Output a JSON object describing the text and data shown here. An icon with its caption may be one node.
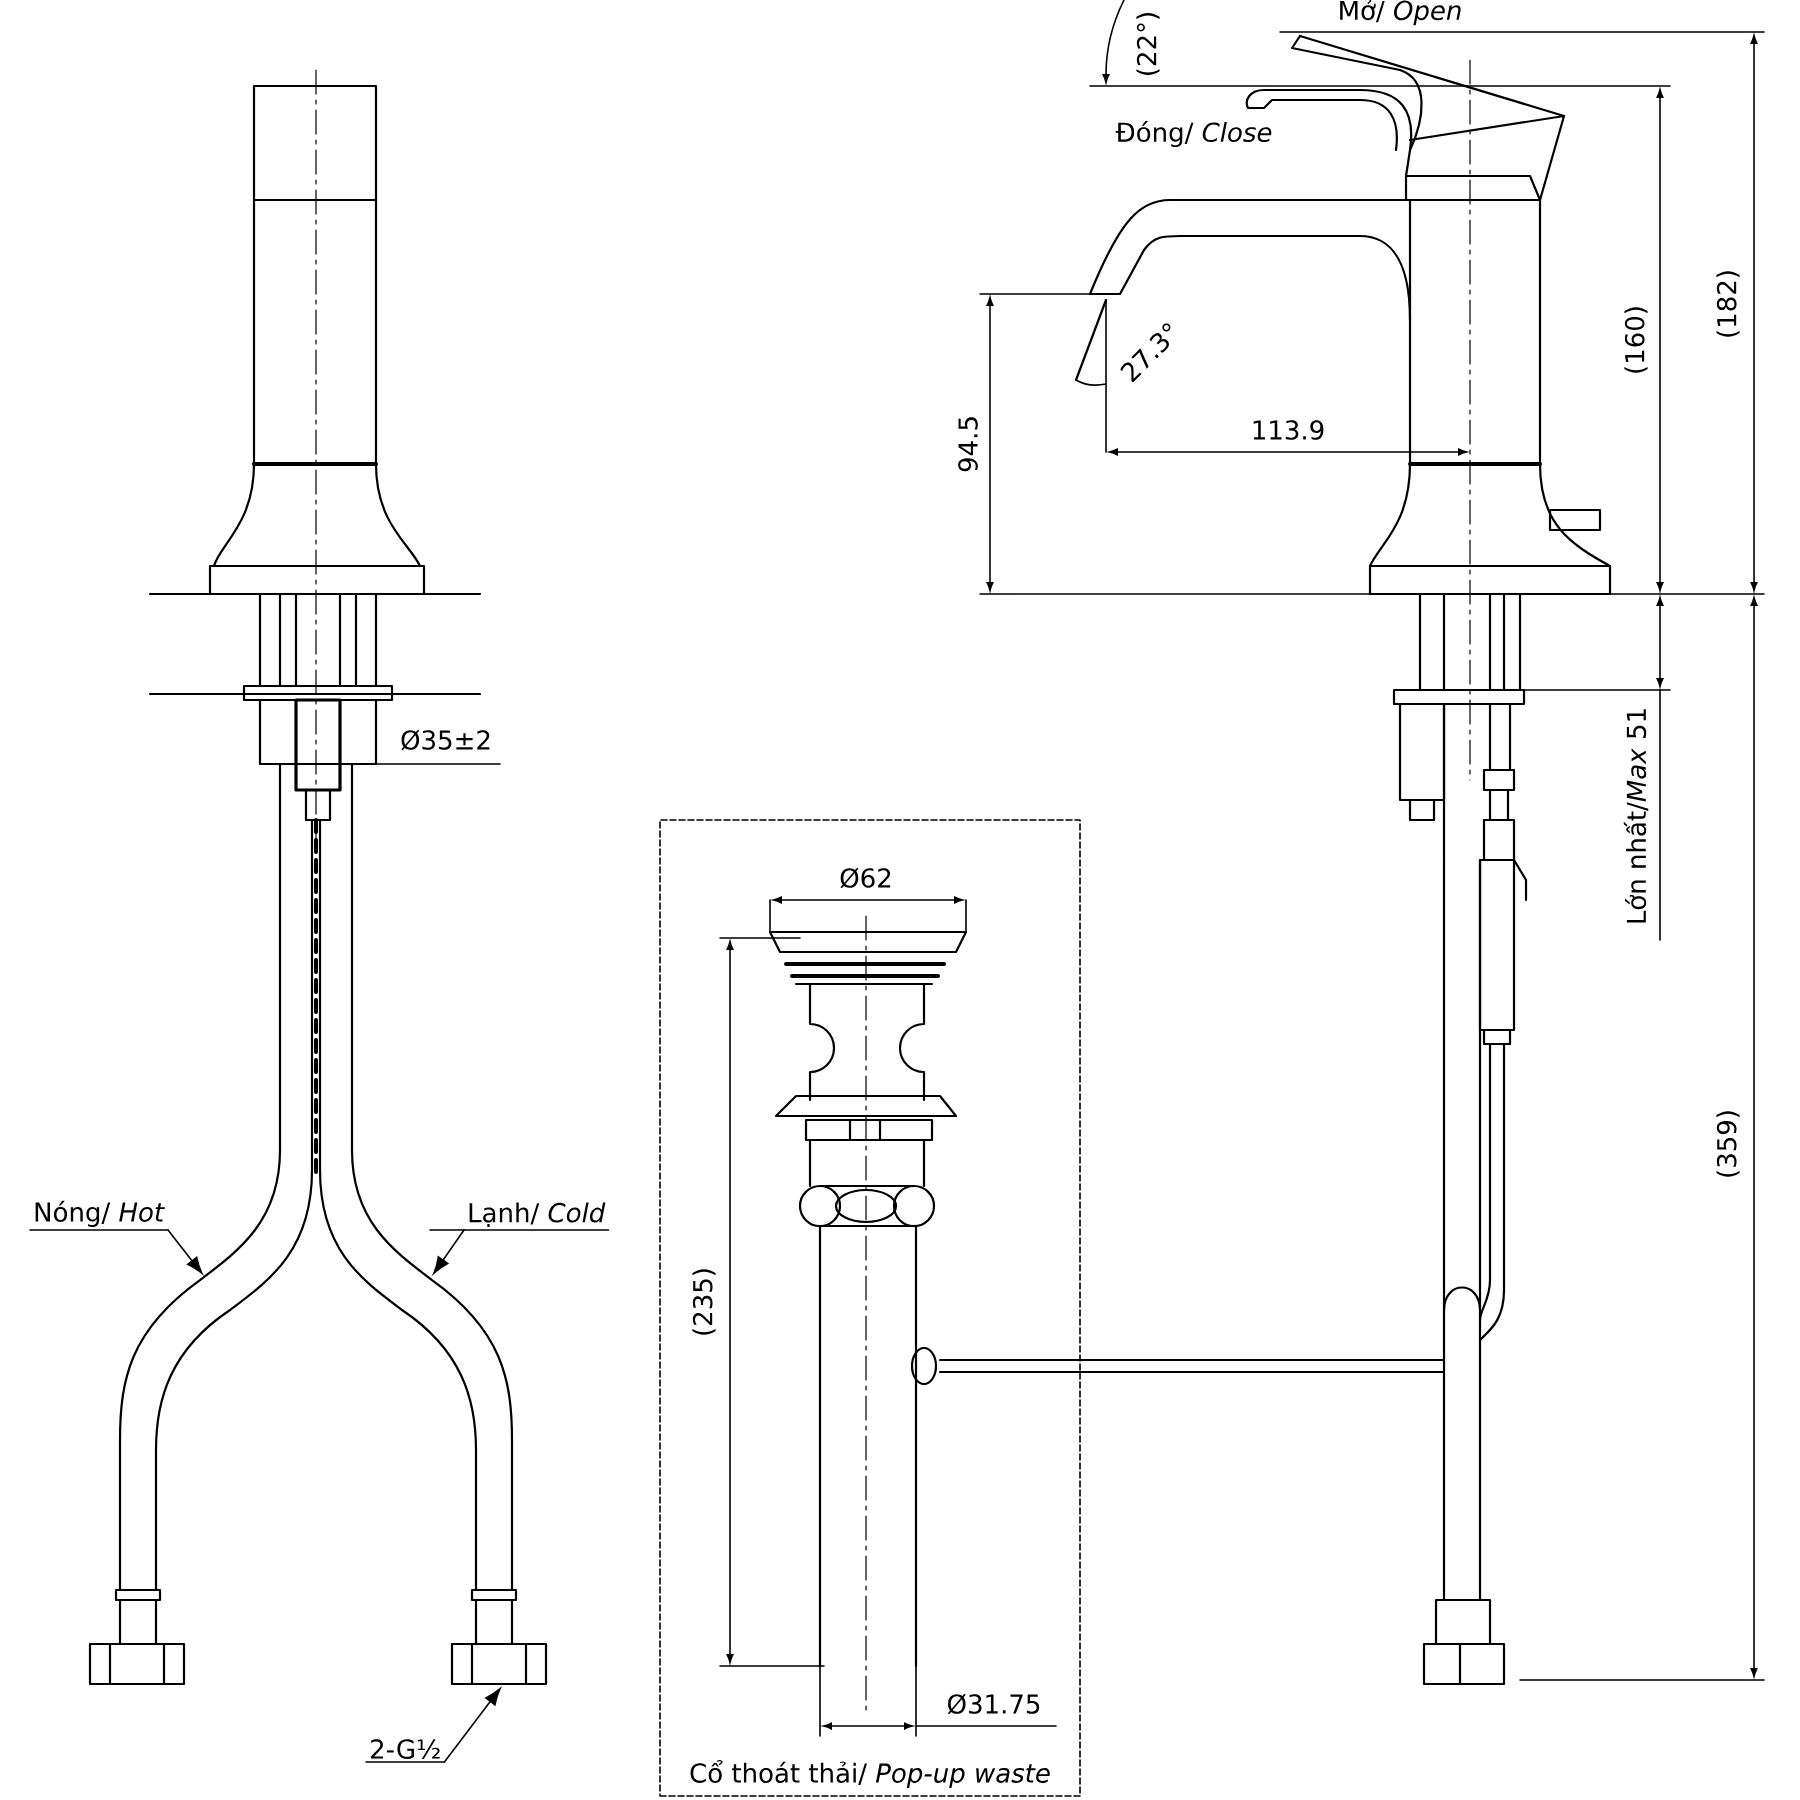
{
  "diagram": {
    "nodes": [
      {
        "text": [
          "Nóng/ *Hot*"
        ]
      },
      {
        "text": [
          "Lạnh/ *Cold*"
        ]
      },
      {
        "text": [
          "2-G½"
        ]
      },
      {
        "text": [
          "Cổ thoát thải/ *Pop-up waste*"
        ]
      }
    ],
    "edges": [
      {
        "from": 0,
        "to": null,
        "arrow": "to"
      },
      {
        "from": 1,
        "to": null,
        "arrow": "to"
      },
      {
        "from": 2,
        "to": null,
        "arrow": "to"
      }
    ],
    "labels": [
      "(22°)",
      "Mở/ *Open*",
      "Đóng/ *Close*",
      "(182)",
      "(160)",
      "27.3°",
      "94.5",
      "113.9",
      "Ø35±2",
      "Lớn nhất/*Max* 51",
      "Ø62",
      "(359)",
      "(235)",
      "Ø31.75"
    ]
  }
}
